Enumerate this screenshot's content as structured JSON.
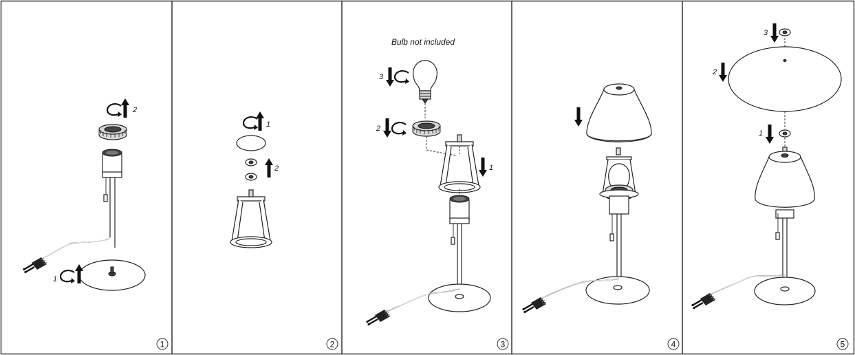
{
  "panels": [
    {
      "step": "1",
      "labels": {
        "a": "2",
        "b": "1"
      }
    },
    {
      "step": "2",
      "labels": {
        "a": "1",
        "b": "2"
      }
    },
    {
      "step": "3",
      "caption": "Bulb not included",
      "labels": {
        "a": "3",
        "b": "2",
        "c": "1"
      }
    },
    {
      "step": "4"
    },
    {
      "step": "5",
      "labels": {
        "a": "3",
        "b": "2",
        "c": "1"
      }
    }
  ],
  "colors": {
    "line": "#222222",
    "fill": "#ffffff",
    "arrow": "#111111"
  }
}
